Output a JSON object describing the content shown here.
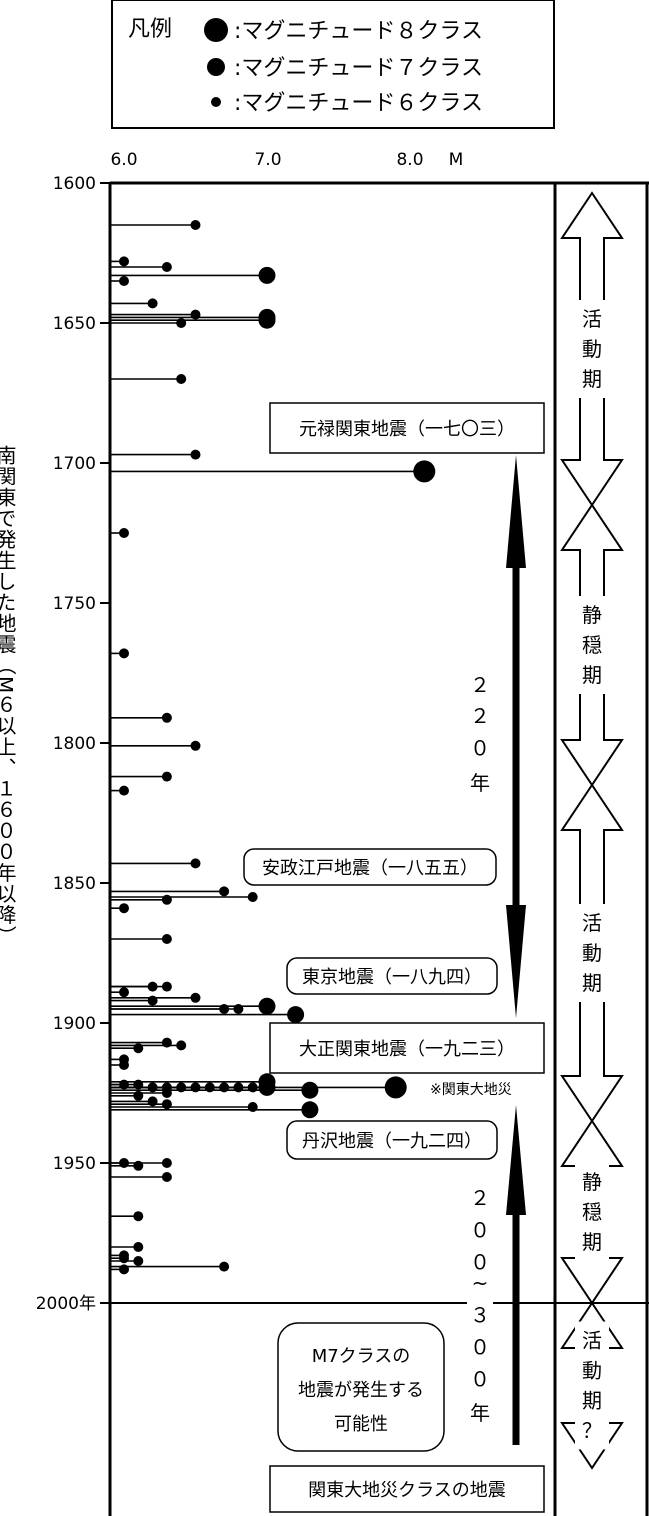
{
  "legend": {
    "title": "凡例",
    "items": [
      {
        "label": ":マグニチュード８クラス",
        "size": "large"
      },
      {
        "label": ":マグニチュード７クラス",
        "size": "medium"
      },
      {
        "label": ":マグニチュード６クラス",
        "size": "small"
      }
    ]
  },
  "chart_data": {
    "type": "scatter",
    "title": "",
    "xlabel": "M",
    "ylabel": "南関東で発生した地震（M６以上、１６００年以降）",
    "xlim": [
      5.93,
      9.0
    ],
    "ylim": [
      1600,
      2080
    ],
    "x_ticks": [
      "6.0",
      "7.0",
      "8.0"
    ],
    "y_ticks": [
      "1600",
      "1650",
      "1700",
      "1750",
      "1800",
      "1850",
      "1900",
      "1950",
      "2000年"
    ],
    "earthquakes": [
      {
        "year": 1615,
        "m": 6.5
      },
      {
        "year": 1628,
        "m": 6.0
      },
      {
        "year": 1630,
        "m": 6.3
      },
      {
        "year": 1633,
        "m": 7.0
      },
      {
        "year": 1635,
        "m": 6.0
      },
      {
        "year": 1643,
        "m": 6.2
      },
      {
        "year": 1647,
        "m": 6.5
      },
      {
        "year": 1648,
        "m": 7.0
      },
      {
        "year": 1649,
        "m": 7.0
      },
      {
        "year": 1650,
        "m": 6.4
      },
      {
        "year": 1670,
        "m": 6.4
      },
      {
        "year": 1697,
        "m": 6.5
      },
      {
        "year": 1703,
        "m": 8.1
      },
      {
        "year": 1725,
        "m": 6.0
      },
      {
        "year": 1768,
        "m": 6.0
      },
      {
        "year": 1791,
        "m": 6.3
      },
      {
        "year": 1801,
        "m": 6.5
      },
      {
        "year": 1812,
        "m": 6.3
      },
      {
        "year": 1817,
        "m": 6.0
      },
      {
        "year": 1843,
        "m": 6.5
      },
      {
        "year": 1853,
        "m": 6.7
      },
      {
        "year": 1855,
        "m": 6.9
      },
      {
        "year": 1856,
        "m": 6.3
      },
      {
        "year": 1859,
        "m": 6.0
      },
      {
        "year": 1870,
        "m": 6.3
      },
      {
        "year": 1887,
        "m": 6.2
      },
      {
        "year": 1887,
        "m": 6.3
      },
      {
        "year": 1889,
        "m": 6.0
      },
      {
        "year": 1891,
        "m": 6.5
      },
      {
        "year": 1892,
        "m": 6.2
      },
      {
        "year": 1894,
        "m": 7.0
      },
      {
        "year": 1895,
        "m": 6.7
      },
      {
        "year": 1895,
        "m": 6.8
      },
      {
        "year": 1897,
        "m": 7.2
      },
      {
        "year": 1907,
        "m": 6.3
      },
      {
        "year": 1908,
        "m": 6.4
      },
      {
        "year": 1909,
        "m": 6.1
      },
      {
        "year": 1913,
        "m": 6.0
      },
      {
        "year": 1915,
        "m": 6.0
      },
      {
        "year": 1921,
        "m": 7.0
      },
      {
        "year": 1922,
        "m": 6.1
      },
      {
        "year": 1922,
        "m": 6.0
      },
      {
        "year": 1923,
        "m": 7.9
      },
      {
        "year": 1923,
        "m": 6.3
      },
      {
        "year": 1923,
        "m": 6.4
      },
      {
        "year": 1923,
        "m": 6.5
      },
      {
        "year": 1923,
        "m": 6.6
      },
      {
        "year": 1923,
        "m": 6.7
      },
      {
        "year": 1923,
        "m": 6.8
      },
      {
        "year": 1923,
        "m": 6.9
      },
      {
        "year": 1923,
        "m": 7.0
      },
      {
        "year": 1923,
        "m": 6.2
      },
      {
        "year": 1924,
        "m": 7.3
      },
      {
        "year": 1925,
        "m": 6.3
      },
      {
        "year": 1926,
        "m": 6.1
      },
      {
        "year": 1928,
        "m": 6.2
      },
      {
        "year": 1929,
        "m": 6.3
      },
      {
        "year": 1930,
        "m": 6.9
      },
      {
        "year": 1931,
        "m": 7.3
      },
      {
        "year": 1950,
        "m": 6.0
      },
      {
        "year": 1951,
        "m": 6.1
      },
      {
        "year": 1950,
        "m": 6.3
      },
      {
        "year": 1955,
        "m": 6.3
      },
      {
        "year": 1969,
        "m": 6.1
      },
      {
        "year": 1980,
        "m": 6.1
      },
      {
        "year": 1983,
        "m": 6.0
      },
      {
        "year": 1984,
        "m": 6.0
      },
      {
        "year": 1985,
        "m": 6.1
      },
      {
        "year": 1987,
        "m": 6.7
      },
      {
        "year": 1988,
        "m": 6.0
      }
    ]
  },
  "annotations": {
    "genroku": "元禄関東地震（一七〇三）",
    "ansei": "安政江戸地震（一八五五）",
    "tokyo": "東京地震（一八九四）",
    "taisho": "大正関東地震（一九二三）",
    "kanto_note": "※関東大地災",
    "tanzawa": "丹沢地震（一九二四）",
    "m7_possible": [
      "M7クラスの",
      "地震が発生する",
      "可能性"
    ],
    "kanto_class": "関東大地災クラスの地震",
    "interval_1": [
      "２",
      "２",
      "０",
      "年"
    ],
    "interval_2": [
      "２",
      "０",
      "０",
      "~",
      "３",
      "０",
      "０",
      "年"
    ]
  },
  "periods": [
    {
      "label": "活動期",
      "from": 1600,
      "to": 1715
    },
    {
      "label": "静穏期",
      "from": 1715,
      "to": 1815
    },
    {
      "label": "活動期",
      "from": 1815,
      "to": 1935
    },
    {
      "label": "静穏期",
      "from": 1935,
      "to": 2000
    },
    {
      "label": "活動期？",
      "from": 2000,
      "to": 2060
    }
  ],
  "colors": {
    "line": "#000000",
    "background": "#ffffff"
  }
}
